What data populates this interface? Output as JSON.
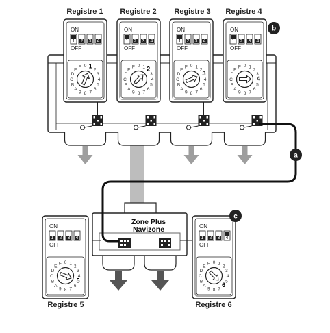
{
  "registers": [
    {
      "label": "Registre 1",
      "on": "ON",
      "off": "OFF",
      "switches": [
        "1",
        "2",
        "3",
        "4"
      ],
      "switch_state": [
        1,
        0,
        0,
        0
      ],
      "dial_digits": "0123456789ABCDEF",
      "dial_value": "1"
    },
    {
      "label": "Registre 2",
      "on": "ON",
      "off": "OFF",
      "switches": [
        "1",
        "2",
        "3",
        "4"
      ],
      "switch_state": [
        1,
        0,
        0,
        0
      ],
      "dial_digits": "0123456789ABCDEF",
      "dial_value": "2"
    },
    {
      "label": "Registre 3",
      "on": "ON",
      "off": "OFF",
      "switches": [
        "1",
        "2",
        "3",
        "4"
      ],
      "switch_state": [
        1,
        0,
        0,
        0
      ],
      "dial_digits": "0123456789ABCDEF",
      "dial_value": "3"
    },
    {
      "label": "Registre 4",
      "on": "ON",
      "off": "OFF",
      "switches": [
        "1",
        "2",
        "3",
        "4"
      ],
      "switch_state": [
        1,
        0,
        0,
        0
      ],
      "dial_digits": "0123456789ABCDEF",
      "dial_value": "4"
    },
    {
      "label": "Registre 5",
      "on": "ON",
      "off": "OFF",
      "switches": [
        "1",
        "2",
        "3",
        "4"
      ],
      "switch_state": [
        0,
        0,
        0,
        0
      ],
      "dial_digits": "0123456789ABCDEF",
      "dial_value": "5"
    },
    {
      "label": "Registre 6",
      "on": "ON",
      "off": "OFF",
      "switches": [
        "1",
        "2",
        "3",
        "4"
      ],
      "switch_state": [
        0,
        0,
        0,
        1
      ],
      "dial_digits": "0123456789ABCDEF",
      "dial_value": "6"
    }
  ],
  "zone_plus": {
    "line1": "Zone Plus",
    "line2": "Navizone"
  },
  "badges": {
    "a": "a",
    "b": "b",
    "c": "c"
  },
  "colors": {
    "stroke": "#222222",
    "badge": "#222222",
    "duct": "#bdbdbd",
    "arrow": "#9e9e9e",
    "outlet_arrow": "#555555",
    "cable": "#111111"
  }
}
